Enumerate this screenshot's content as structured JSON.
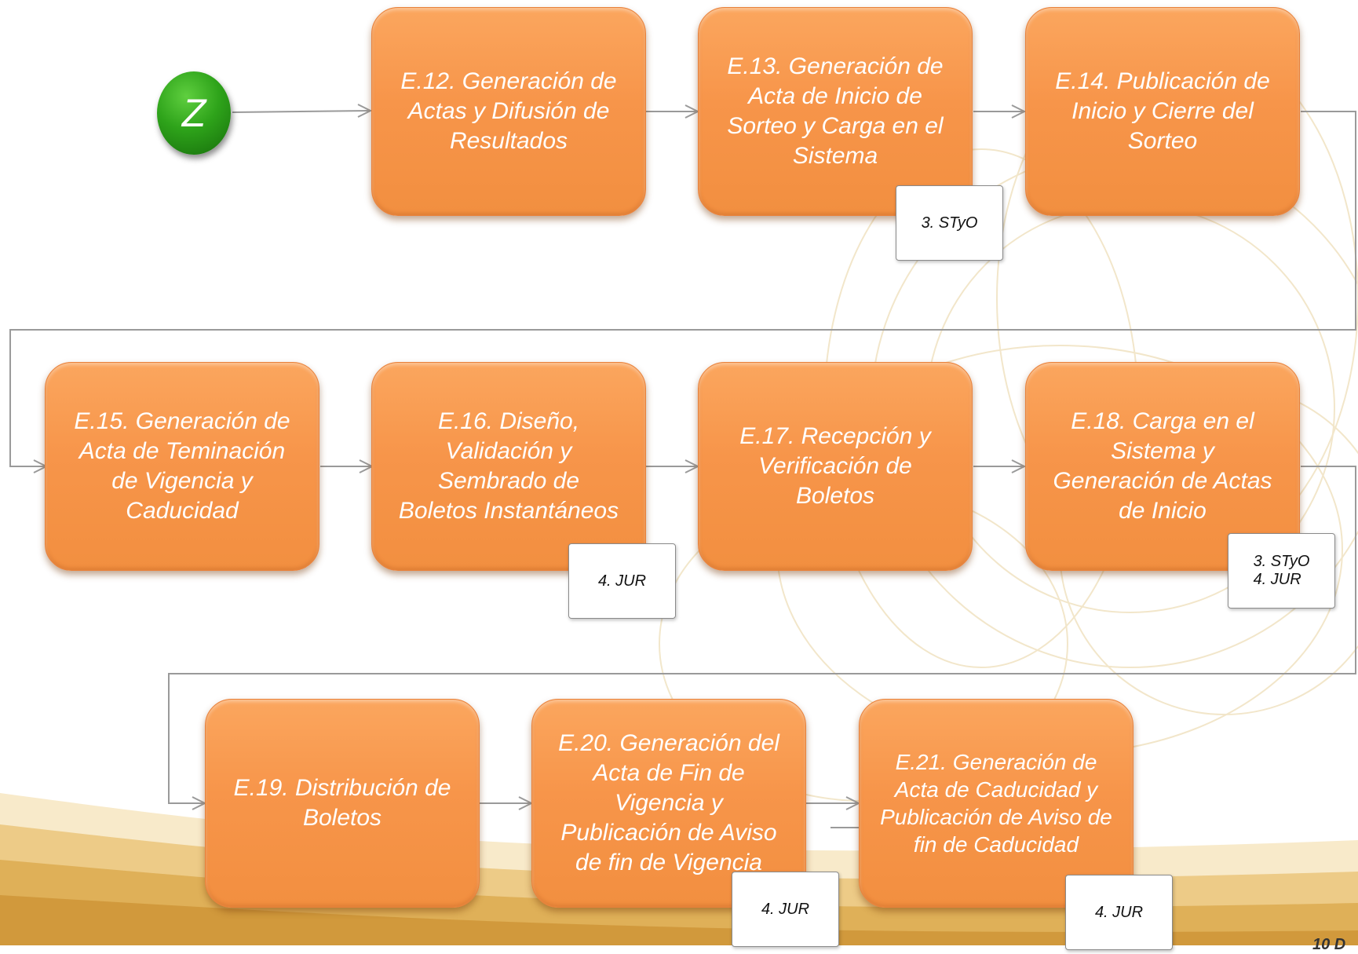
{
  "start_node": {
    "label": "Z",
    "color": "#2ea31a"
  },
  "steps": [
    {
      "label": "E.12. Generación de Actas y Difusión de Resultados"
    },
    {
      "label": "E.13. Generación de Acta de Inicio de Sorteo y Carga en el Sistema"
    },
    {
      "label": "E.14. Publicación de Inicio y Cierre del Sorteo"
    },
    {
      "label": "E.15. Generación de Acta de Teminación de Vigencia y Caducidad"
    },
    {
      "label": "E.16. Diseño, Validación y Sembrado de Boletos Instantáneos"
    },
    {
      "label": "E.17. Recepción y Verificación de Boletos"
    },
    {
      "label": "E.18. Carga en el Sistema y Generación de Actas de Inicio"
    },
    {
      "label": "E.19. Distribución de Boletos"
    },
    {
      "label": "E.20. Generación del Acta de Fin de Vigencia y Publicación de Aviso de fin de Vigencia"
    },
    {
      "label": "E.21. Generación de Acta de Caducidad y Publicación de Aviso de fin de Caducidad"
    }
  ],
  "responsibility_tags": [
    {
      "text": "3. STyO"
    },
    {
      "text": "4. JUR"
    },
    {
      "text": "3. STyO\n4. JUR"
    },
    {
      "text": "4. JUR"
    },
    {
      "text": "4. JUR"
    }
  ],
  "page_number": "10 D",
  "colors": {
    "step_fill": "#f7954a",
    "step_text": "#ffffff",
    "connector": "#9a9a9a",
    "decor_gold": "#e0b35a"
  }
}
